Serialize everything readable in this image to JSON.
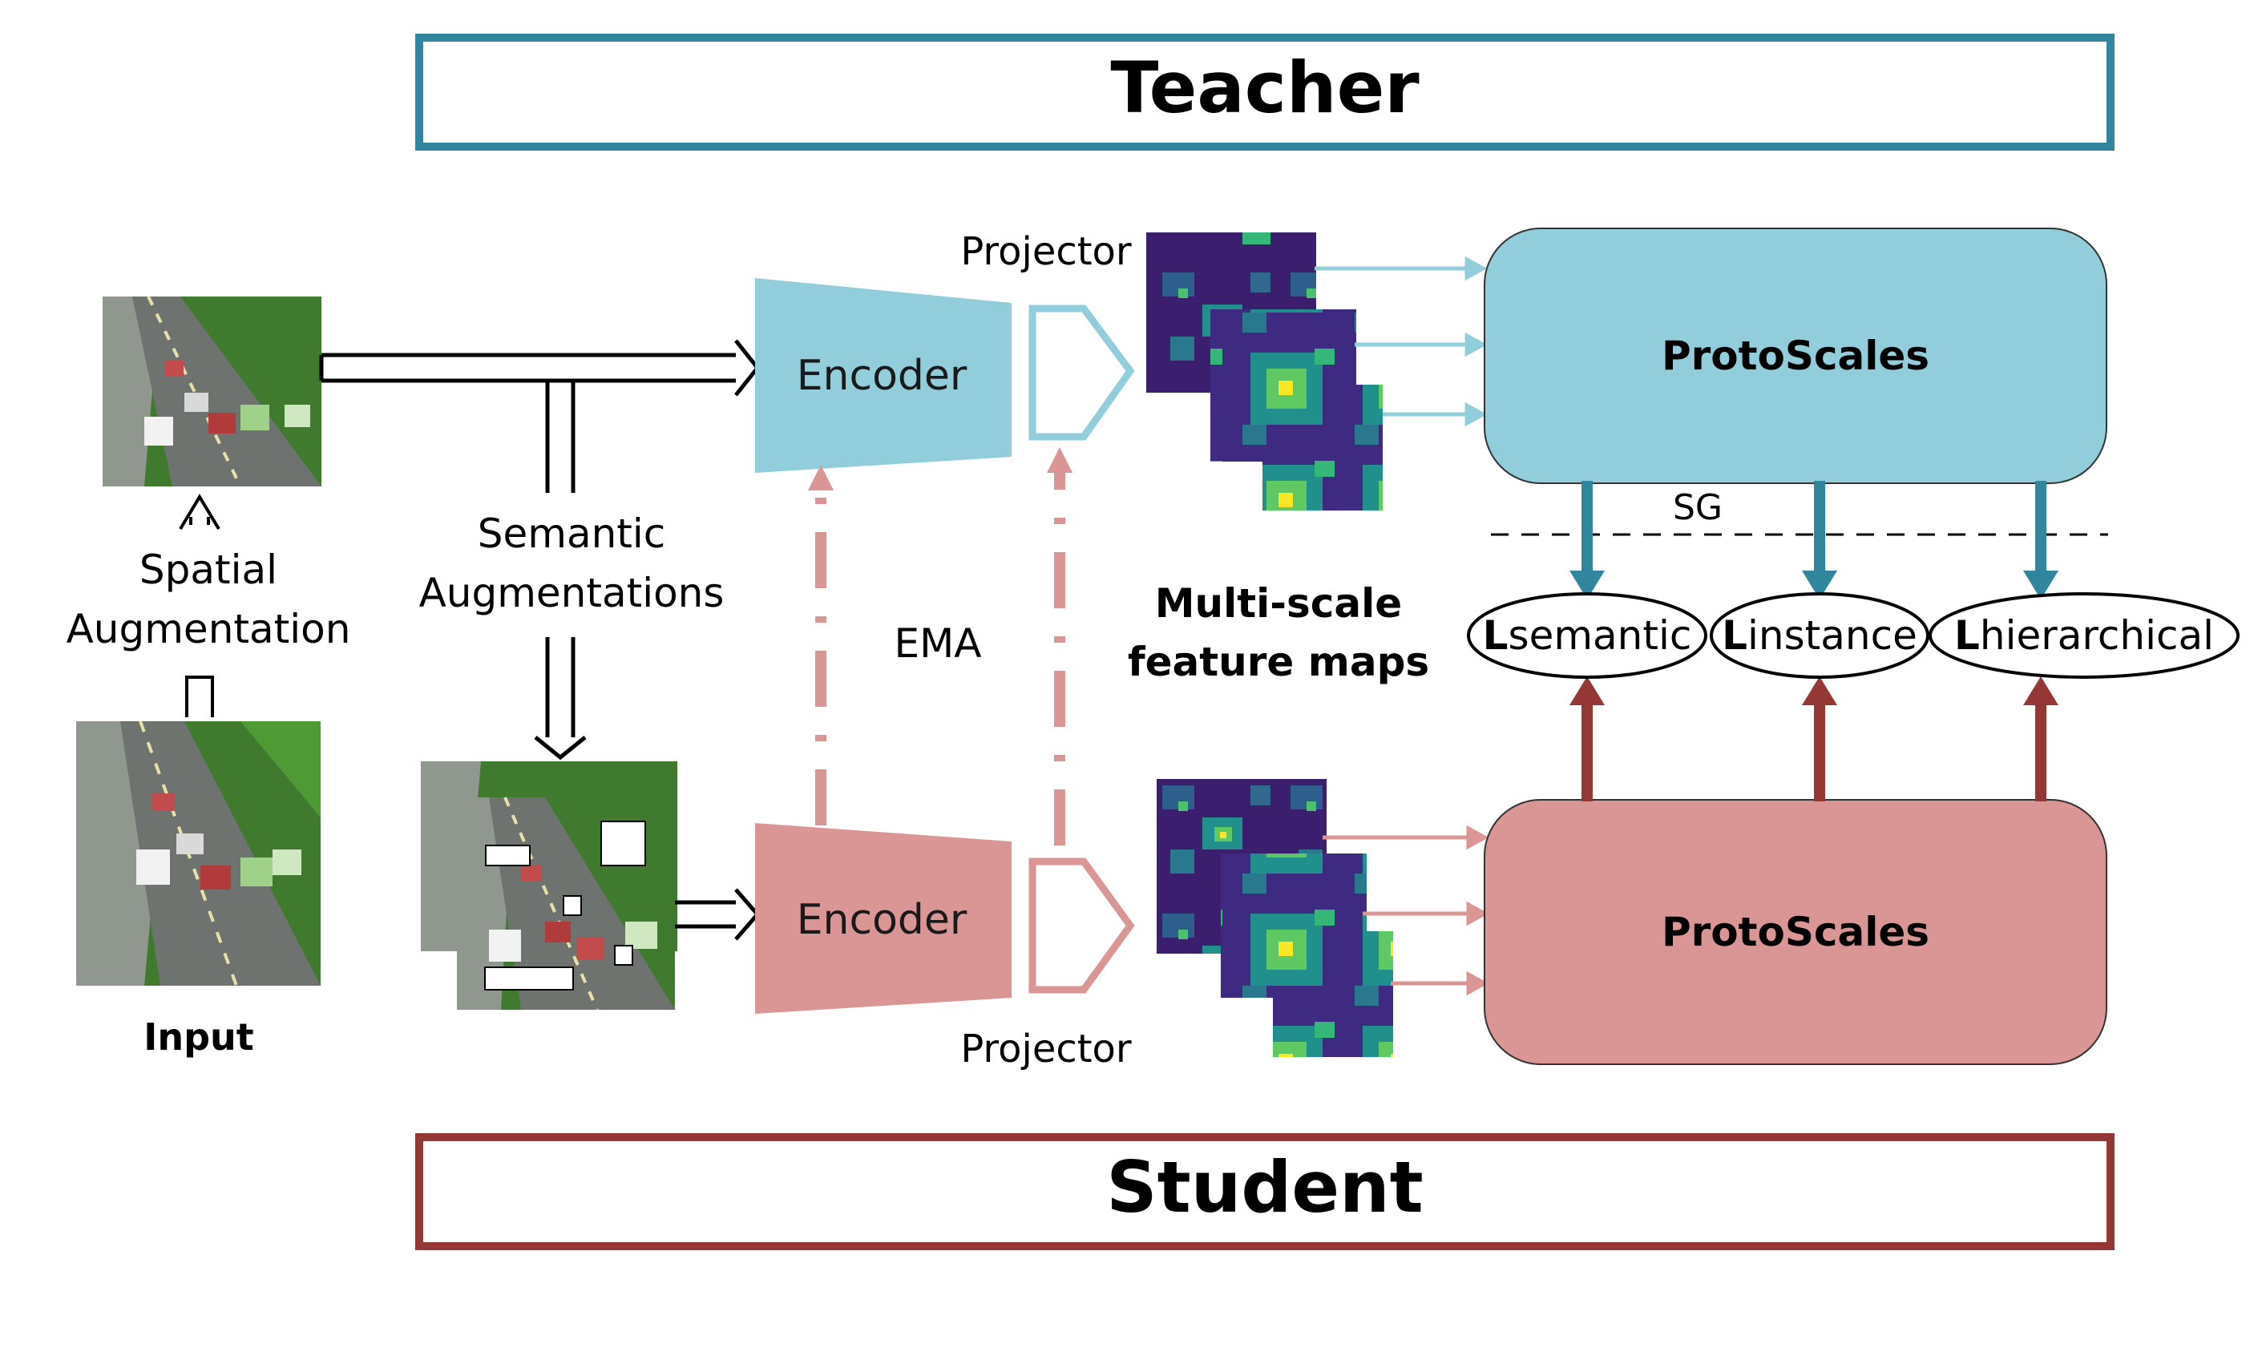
{
  "teacher": {
    "label": "Teacher"
  },
  "student": {
    "label": "Student"
  },
  "input": {
    "label": "Input"
  },
  "spatial_augmentation": {
    "line1": "Spatial",
    "line2": "Augmentation"
  },
  "semantic_augmentations": {
    "line1": "Semantic",
    "line2": "Augmentations"
  },
  "teacher_branch": {
    "encoder": "Encoder",
    "projector": "Projector",
    "protoscales": "ProtoScales"
  },
  "student_branch": {
    "encoder": "Encoder",
    "projector": "Projector",
    "protoscales": "ProtoScales"
  },
  "ema": {
    "label": "EMA"
  },
  "feature_maps": {
    "line1": "Multi-scale",
    "line2": "feature maps"
  },
  "stop_gradient": {
    "label": "SG"
  },
  "losses": [
    {
      "prefix": "L",
      "name": "semantic"
    },
    {
      "prefix": "L",
      "name": "instance"
    },
    {
      "prefix": "L",
      "name": "hierarchical"
    }
  ],
  "colors": {
    "teacher_fill": "#92cddc",
    "teacher_border": "#31859c",
    "student_fill": "#d99694",
    "student_border": "#953735",
    "ema_arrow": "#d99694",
    "heatmap_bg": "#3b1f6e",
    "heatmap_hot": "#7ad151"
  },
  "icons": {
    "input_image": "highway-traffic-photo",
    "augmented_image": "highway-traffic-photo-masked",
    "feature_map": "viridis-heatmap"
  }
}
